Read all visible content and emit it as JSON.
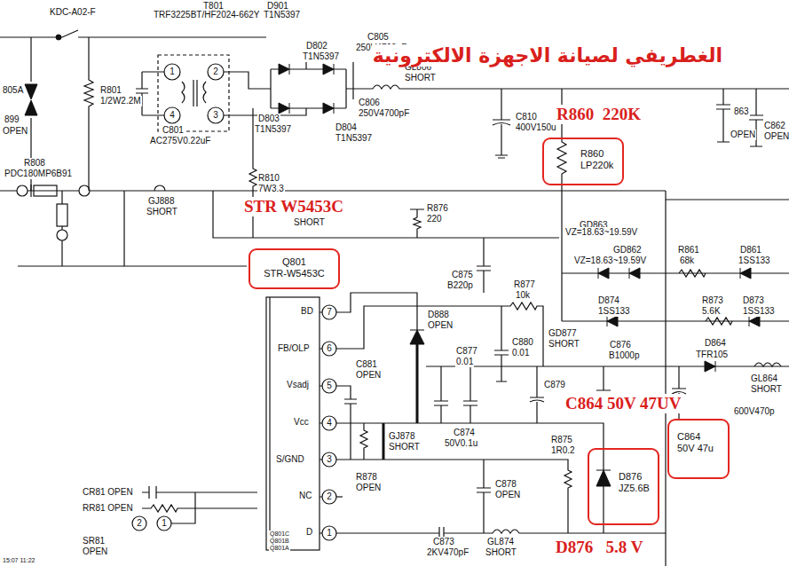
{
  "diagram": {
    "nodes": [
      {
        "text": [
          "R860",
          "LP220k"
        ]
      },
      {
        "text": [
          "Q801",
          "STR-W5453C"
        ]
      },
      {
        "text": [
          "C864",
          "50V 47u"
        ]
      },
      {
        "text": [
          "D876",
          "JZ5.6B"
        ]
      }
    ],
    "labels": [
      "KDC-A02-F",
      "T801",
      "TRF3225BT/HF2024-662Y",
      "D901",
      "T1N5397",
      "R801",
      "1/2W2.2M",
      "D802",
      "T1N5397",
      "C805",
      "250V4700pF",
      "GL806",
      "SHORT",
      "D803",
      "T1N5397",
      "D804",
      "T1N5397",
      "C806",
      "250V4700pF",
      "C801",
      "AC275V0.22uF",
      "C810",
      "400V150u",
      "الغطريفي لصيانة الاجهزة الالكترونية",
      "R860  220K",
      "863",
      "OPEN",
      "C862",
      "OPEN",
      "805A",
      "899",
      "OPEN",
      "R808",
      "PDC180MP6B91",
      "GJ888",
      "SHORT",
      "R810",
      "7W3.3",
      "STR W5453C",
      "SHORT",
      "R876",
      "220",
      "GD863",
      "VZ=18.63~19.59V",
      "R861",
      "68k",
      "D861",
      "1SS133",
      "GD862",
      "VZ=18.63~19.59V",
      "C875",
      "B220p",
      "R877",
      "10k",
      "D874",
      "1SS133",
      "R873",
      "5.6K",
      "D873",
      "1SS133",
      "BD",
      "7",
      "FB/OLP",
      "6",
      "Vsadj",
      "5",
      "Vcc",
      "4",
      "S/GND",
      "3",
      "NC",
      "2",
      "D",
      "1",
      "D888",
      "OPEN",
      "C877",
      "0.01",
      "C880",
      "0.01",
      "GD877",
      "SHORT",
      "C876",
      "B1000p",
      "D864",
      "TFR105",
      "GL864",
      "SHORT",
      "C881",
      "OPEN",
      "C879",
      "C864 50V 47UV",
      "600V470p",
      "C874",
      "50V0.1u",
      "GJ878",
      "SHORT",
      "R875",
      "1R0.2",
      "R878",
      "OPEN",
      "C878",
      "OPEN",
      "CR81 OPEN",
      "RR81 OPEN",
      "2",
      "1",
      "SR81",
      "OPEN",
      "C873",
      "2KV470pF",
      "GL874",
      "SHORT",
      "D876   5.8 V",
      "Q801C",
      "Q801B",
      "Q801A",
      "15:07 11:22",
      "1",
      "2",
      "4",
      "3"
    ]
  }
}
